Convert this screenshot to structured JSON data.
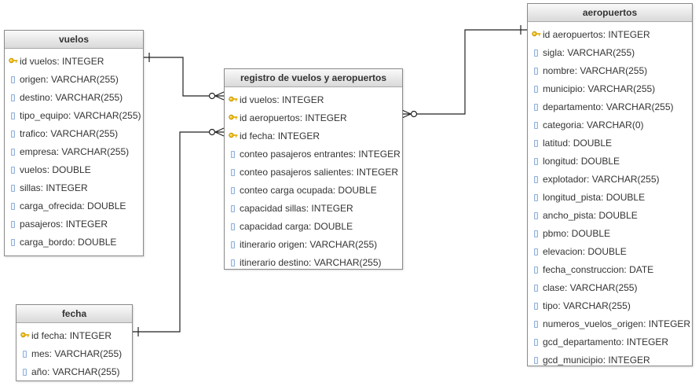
{
  "tables": {
    "vuelos": {
      "title": "vuelos",
      "columns": [
        {
          "label": "id vuelos: INTEGER",
          "pk": true
        },
        {
          "label": "origen: VARCHAR(255)",
          "pk": false
        },
        {
          "label": "destino: VARCHAR(255)",
          "pk": false
        },
        {
          "label": "tipo_equipo: VARCHAR(255)",
          "pk": false
        },
        {
          "label": "trafico: VARCHAR(255)",
          "pk": false
        },
        {
          "label": "empresa: VARCHAR(255)",
          "pk": false
        },
        {
          "label": "vuelos: DOUBLE",
          "pk": false
        },
        {
          "label": "sillas: INTEGER",
          "pk": false
        },
        {
          "label": "carga_ofrecida: DOUBLE",
          "pk": false
        },
        {
          "label": "pasajeros: INTEGER",
          "pk": false
        },
        {
          "label": "carga_bordo: DOUBLE",
          "pk": false
        }
      ]
    },
    "registro": {
      "title": "registro de vuelos y aeropuertos",
      "columns": [
        {
          "label": "id vuelos: INTEGER",
          "pk": true
        },
        {
          "label": "id aeropuertos: INTEGER",
          "pk": true
        },
        {
          "label": "id fecha: INTEGER",
          "pk": true
        },
        {
          "label": "conteo pasajeros entrantes: INTEGER",
          "pk": false
        },
        {
          "label": "conteo pasajeros salientes: INTEGER",
          "pk": false
        },
        {
          "label": "conteo carga ocupada: DOUBLE",
          "pk": false
        },
        {
          "label": "capacidad sillas: INTEGER",
          "pk": false
        },
        {
          "label": "capacidad carga: DOUBLE",
          "pk": false
        },
        {
          "label": "itinerario origen: VARCHAR(255)",
          "pk": false
        },
        {
          "label": "itinerario destino: VARCHAR(255)",
          "pk": false
        }
      ]
    },
    "aeropuertos": {
      "title": "aeropuertos",
      "columns": [
        {
          "label": "id aeropuertos: INTEGER",
          "pk": true
        },
        {
          "label": "sigla: VARCHAR(255)",
          "pk": false
        },
        {
          "label": "nombre: VARCHAR(255)",
          "pk": false
        },
        {
          "label": "municipio: VARCHAR(255)",
          "pk": false
        },
        {
          "label": "departamento: VARCHAR(255)",
          "pk": false
        },
        {
          "label": "categoria: VARCHAR(0)",
          "pk": false
        },
        {
          "label": "latitud: DOUBLE",
          "pk": false
        },
        {
          "label": "longitud: DOUBLE",
          "pk": false
        },
        {
          "label": "explotador: VARCHAR(255)",
          "pk": false
        },
        {
          "label": "longitud_pista: DOUBLE",
          "pk": false
        },
        {
          "label": "ancho_pista: DOUBLE",
          "pk": false
        },
        {
          "label": "pbmo: DOUBLE",
          "pk": false
        },
        {
          "label": "elevacion: DOUBLE",
          "pk": false
        },
        {
          "label": "fecha_construccion: DATE",
          "pk": false
        },
        {
          "label": "clase: VARCHAR(255)",
          "pk": false
        },
        {
          "label": "tipo: VARCHAR(255)",
          "pk": false
        },
        {
          "label": "numeros_vuelos_origen: INTEGER",
          "pk": false
        },
        {
          "label": "gcd_departamento: INTEGER",
          "pk": false
        },
        {
          "label": "gcd_municipio: INTEGER",
          "pk": false
        }
      ]
    },
    "fecha": {
      "title": "fecha",
      "columns": [
        {
          "label": "id fecha: INTEGER",
          "pk": true
        },
        {
          "label": "mes: VARCHAR(255)",
          "pk": false
        },
        {
          "label": "año: VARCHAR(255)",
          "pk": false
        }
      ]
    }
  }
}
